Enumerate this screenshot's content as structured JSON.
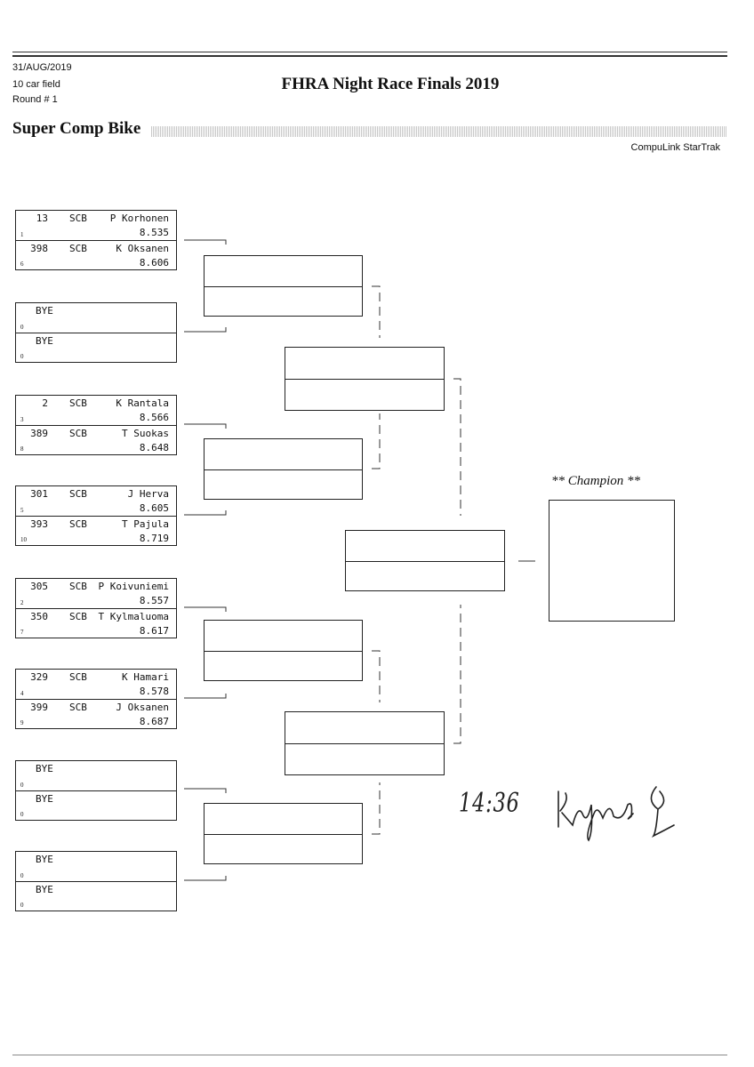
{
  "header": {
    "date": "31/AUG/2019",
    "field": "10 car field",
    "round": "Round # 1",
    "title": "FHRA Night Race Finals 2019",
    "class_name": "Super Comp Bike",
    "software": "CompuLink StarTrak"
  },
  "round1": [
    {
      "top": {
        "num": "13",
        "cls": "SCB",
        "name": "P Korhonen",
        "et": "8.535",
        "seed": "1"
      },
      "bottom": {
        "num": "398",
        "cls": "SCB",
        "name": "K Oksanen",
        "et": "8.606",
        "seed": "6"
      }
    },
    {
      "top": {
        "num": "",
        "cls": "",
        "name": "BYE",
        "et": "",
        "seed": "0"
      },
      "bottom": {
        "num": "",
        "cls": "",
        "name": "BYE",
        "et": "",
        "seed": "0"
      }
    },
    {
      "top": {
        "num": "2",
        "cls": "SCB",
        "name": "K Rantala",
        "et": "8.566",
        "seed": "3"
      },
      "bottom": {
        "num": "389",
        "cls": "SCB",
        "name": "T Suokas",
        "et": "8.648",
        "seed": "8"
      }
    },
    {
      "top": {
        "num": "301",
        "cls": "SCB",
        "name": "J Herva",
        "et": "8.605",
        "seed": "5"
      },
      "bottom": {
        "num": "393",
        "cls": "SCB",
        "name": "T Pajula",
        "et": "8.719",
        "seed": "10"
      }
    },
    {
      "top": {
        "num": "305",
        "cls": "SCB",
        "name": "P Koivuniemi",
        "et": "8.557",
        "seed": "2"
      },
      "bottom": {
        "num": "350",
        "cls": "SCB",
        "name": "T Kylmaluoma",
        "et": "8.617",
        "seed": "7"
      }
    },
    {
      "top": {
        "num": "329",
        "cls": "SCB",
        "name": "K Hamari",
        "et": "8.578",
        "seed": "4"
      },
      "bottom": {
        "num": "399",
        "cls": "SCB",
        "name": "J Oksanen",
        "et": "8.687",
        "seed": "9"
      }
    },
    {
      "top": {
        "num": "",
        "cls": "",
        "name": "BYE",
        "et": "",
        "seed": "0"
      },
      "bottom": {
        "num": "",
        "cls": "",
        "name": "BYE",
        "et": "",
        "seed": "0"
      }
    },
    {
      "top": {
        "num": "",
        "cls": "",
        "name": "BYE",
        "et": "",
        "seed": "0"
      },
      "bottom": {
        "num": "",
        "cls": "",
        "name": "BYE",
        "et": "",
        "seed": "0"
      }
    }
  ],
  "champion_label": "** Champion **",
  "handwritten": {
    "time": "14:36",
    "signature": "signature"
  }
}
